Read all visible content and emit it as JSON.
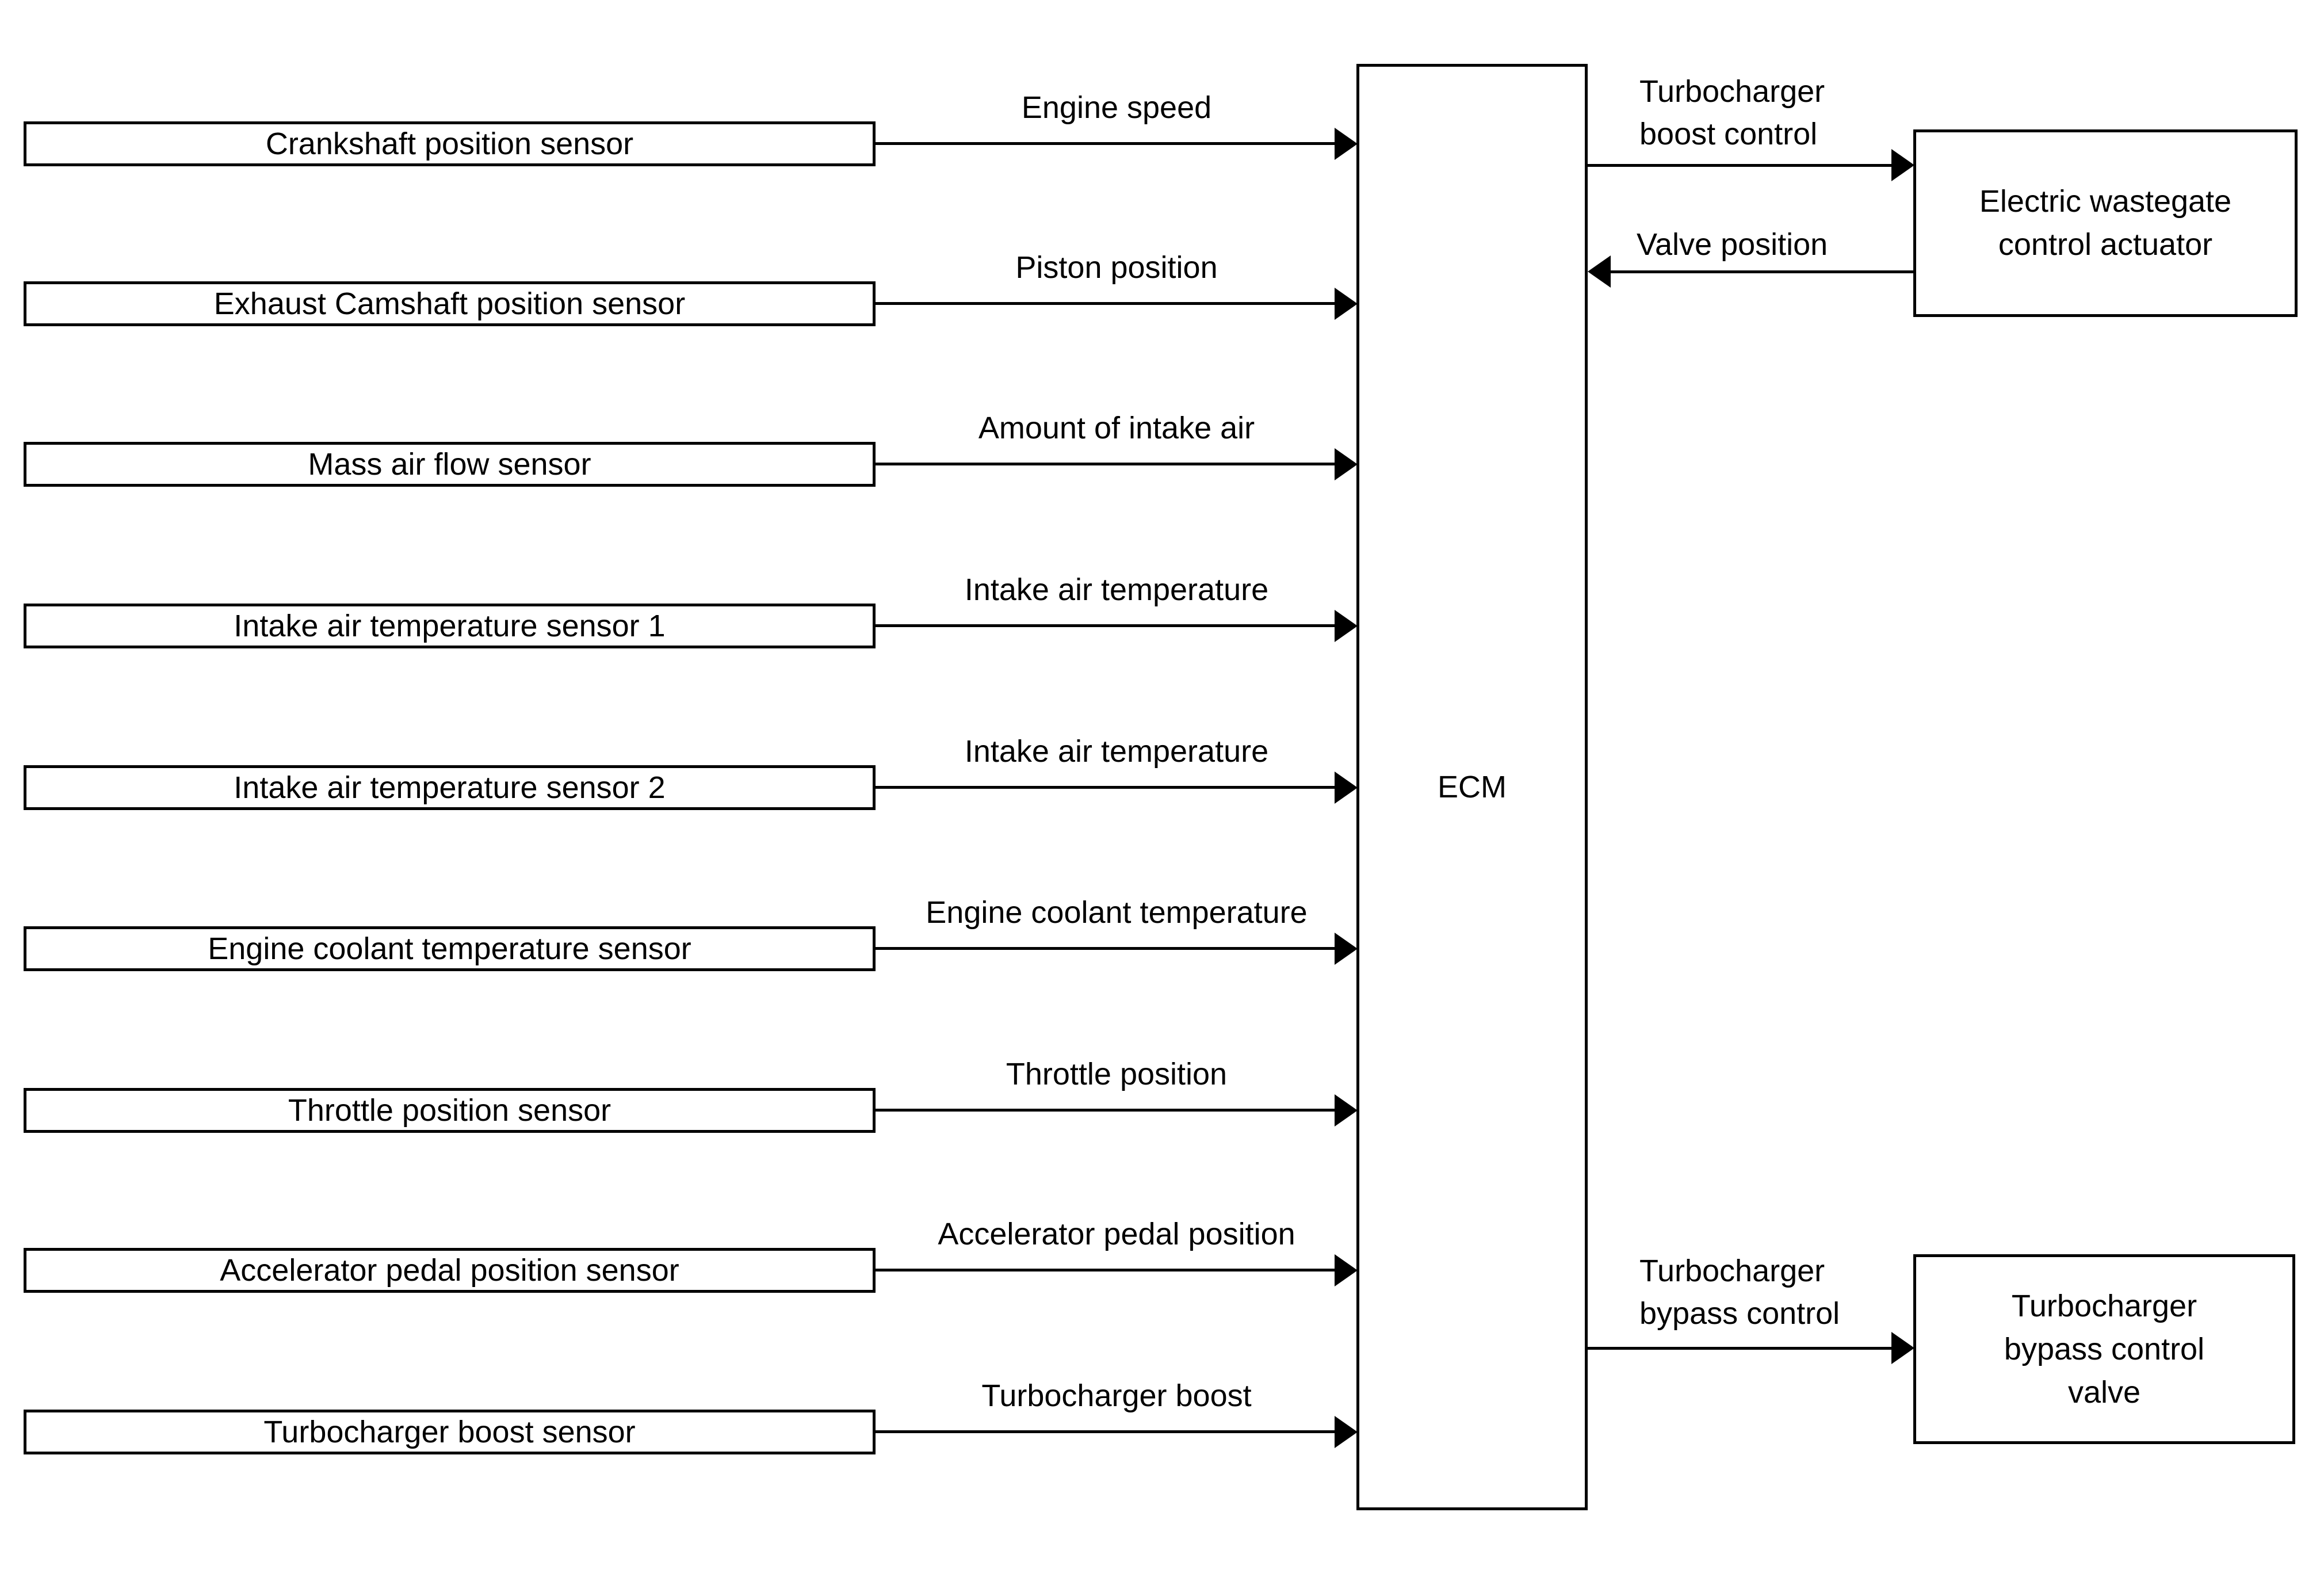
{
  "colors": {
    "ink": "#000000",
    "paper": "#ffffff"
  },
  "ecm": {
    "label": "ECM"
  },
  "rows": [
    {
      "sensor": "Crankshaft position sensor",
      "signal": "Engine speed"
    },
    {
      "sensor": "Exhaust Camshaft position sensor",
      "signal": "Piston position"
    },
    {
      "sensor": "Mass air flow sensor",
      "signal": "Amount of intake air"
    },
    {
      "sensor": "Intake air temperature sensor 1",
      "signal": "Intake air temperature"
    },
    {
      "sensor": "Intake air temperature sensor 2",
      "signal": "Intake air temperature"
    },
    {
      "sensor": "Engine coolant temperature sensor",
      "signal": "Engine coolant temperature"
    },
    {
      "sensor": "Throttle position sensor",
      "signal": "Throttle position"
    },
    {
      "sensor": "Accelerator pedal position sensor",
      "signal": "Accelerator pedal position"
    },
    {
      "sensor": "Turbocharger boost sensor",
      "signal": "Turbocharger boost"
    }
  ],
  "wastegate": {
    "control_label_line1": "Turbocharger",
    "control_label_line2": "boost control",
    "feedback_label": "Valve position",
    "box_line1": "Electric wastegate",
    "box_line2": "control actuator"
  },
  "bypass": {
    "control_label_line1": "Turbocharger",
    "control_label_line2": "bypass control",
    "box_line1": "Turbocharger",
    "box_line2": "bypass control",
    "box_line3": "valve"
  }
}
